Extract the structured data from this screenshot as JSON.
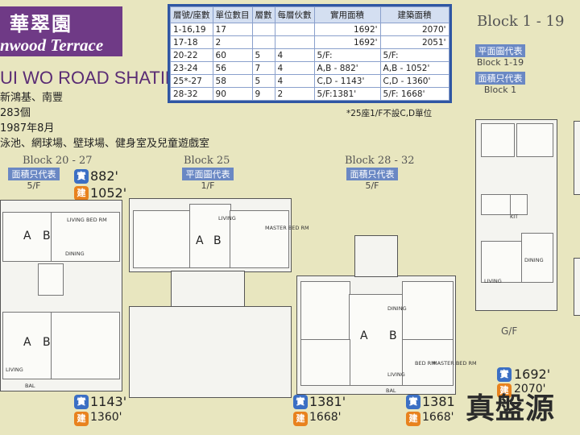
{
  "header": {
    "title_cn": "華翠園",
    "title_en": "nwood Terrace",
    "road": "UI WO ROAD SHATIN",
    "info_lines": [
      "新鴻基、南豐",
      "283個",
      "1987年8月",
      "泳池、網球場、壁球場、健身室及兒童遊戲室"
    ]
  },
  "unit_table": {
    "headers": [
      "層號/座數",
      "單位數目",
      "層數",
      "每層伙數",
      "實用面積",
      "建築面積"
    ],
    "rows": [
      [
        "1-16,19",
        "17",
        "",
        "",
        "1692'",
        "2070'"
      ],
      [
        "17-18",
        "2",
        "",
        "",
        "1692'",
        "2051'"
      ],
      [
        "20-22",
        "60",
        "5",
        "4",
        "5/F:",
        "5/F:"
      ],
      [
        "23-24",
        "56",
        "7",
        "4",
        "A,B - 882'",
        "A,B - 1052'"
      ],
      [
        "25*-27",
        "58",
        "5",
        "4",
        "C,D - 1143'",
        "C,D - 1360'"
      ],
      [
        "28-32",
        "90",
        "9",
        "2",
        "5/F:1381'",
        "5/F: 1668'"
      ]
    ],
    "note": "*25座1/F不設C,D單位"
  },
  "block_1_19": {
    "title": "Block 1 - 19",
    "tag1": "平面圖代表",
    "val1": "Block 1-19",
    "tag2": "面積只代表",
    "val2": "Block 1",
    "floor": "G/F",
    "saleable_badge": "實",
    "saleable": "1692'",
    "gross_badge": "建",
    "gross": "2070'"
  },
  "block_20_27": {
    "title": "Block 20 - 27",
    "tag": "面積只代表",
    "floor": "5/F",
    "saleable_badge": "實",
    "saleable_ab": "882'",
    "gross_badge": "建",
    "gross_ab": "1052'",
    "saleable_cd": "1143'",
    "gross_cd": "1360'"
  },
  "block_25": {
    "title": "Block 25",
    "tag": "平面圖代表",
    "floor": "1/F"
  },
  "block_28_32": {
    "title": "Block 28 - 32",
    "tag": "面積只代表",
    "floor": "5/F",
    "saleable_badge": "實",
    "saleable": "1381'",
    "gross_badge": "建",
    "gross": "1668'",
    "saleable2": "1381",
    "gross2": "1668'"
  },
  "room_labels": {
    "living": "LIVING",
    "dining": "DINING",
    "bed_rm": "BED RM",
    "master_bed_rm": "MASTER BED RM",
    "bal": "BAL",
    "kit": "KIT",
    "a": "A",
    "b": "B"
  },
  "watermark": "真盤源"
}
